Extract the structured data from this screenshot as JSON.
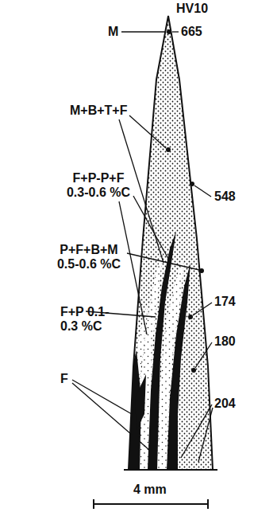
{
  "diagram": {
    "labels": [
      "HV10",
      "M",
      "665",
      "M+B+T+F",
      "F+P-P+F 0.3-0.6 %C",
      "548",
      "P+F+B+M 0.5-0.6 %C",
      "174",
      "F+P 0.1-0.3 %C",
      "180",
      "F",
      "204",
      "4 mm"
    ]
  }
}
